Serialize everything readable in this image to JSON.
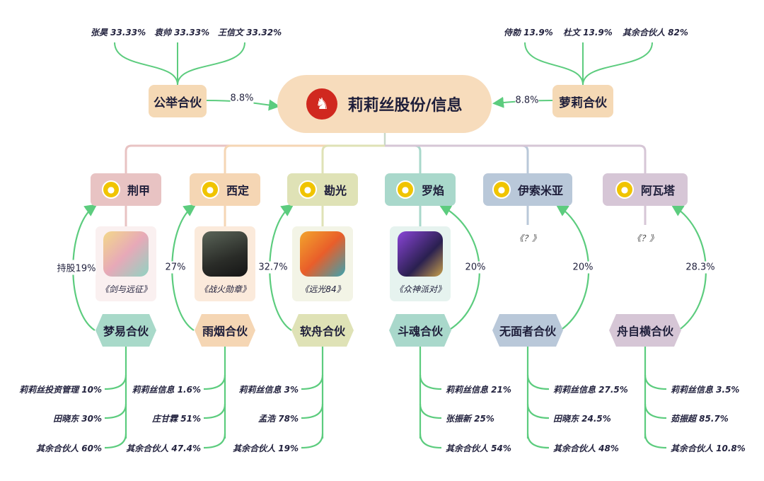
{
  "center": {
    "title": "莉莉丝股份/信息"
  },
  "left_partner": {
    "name": "公举合伙",
    "pct": "8.8%",
    "holders": [
      "张昊 33.33%",
      "袁帅 33.33%",
      "王信文 33.32%"
    ]
  },
  "right_partner": {
    "name": "萝莉合伙",
    "pct": "8.8%",
    "holders": [
      "侍勍 13.9%",
      "杜文 13.9%",
      "其余合伙人 82%"
    ]
  },
  "columns": [
    {
      "company": "荆甲",
      "color": "#e8c3c3",
      "card_bg": "#faf0f0",
      "game": "《剑与远征》",
      "pct": "持股19%",
      "partner": "梦易合伙",
      "pcolor": "#a8d9c9",
      "holders": [
        "莉莉丝投资管理 10%",
        "田晓东 30%",
        "其余合伙人 60%"
      ]
    },
    {
      "company": "西定",
      "color": "#f5d6b4",
      "card_bg": "#fbeadb",
      "game": "《战火勋章》",
      "pct": "27%",
      "partner": "雨烟合伙",
      "pcolor": "#f5d6b4",
      "holders": [
        "莉莉丝信息 1.6%",
        "庄甘霖 51%",
        "其余合伙人 47.4%"
      ]
    },
    {
      "company": "勘光",
      "color": "#dfe2b6",
      "card_bg": "#f3f4e6",
      "game": "《远光84》",
      "pct": "32.7%",
      "partner": "软舟合伙",
      "pcolor": "#dfe2b6",
      "holders": [
        "莉莉丝信息 3%",
        "孟浩 78%",
        "其余合伙人 19%"
      ]
    },
    {
      "company": "罗焰",
      "color": "#a9d8cb",
      "card_bg": "#e6f3ef",
      "game": "《众神派对》",
      "pct": "20%",
      "partner": "斗魂合伙",
      "pcolor": "#a9d8cb",
      "holders": [
        "莉莉丝信息 21%",
        "张振新 25%",
        "其余合伙人 54%"
      ]
    },
    {
      "company": "伊索米亚",
      "color": "#b9c8d9",
      "card_bg": "",
      "game": "《？》",
      "pct": "20%",
      "partner": "无面者合伙",
      "pcolor": "#b9c8d9",
      "holders": [
        "莉莉丝信息 27.5%",
        "田晓东 24.5%",
        "其余合伙人 48%"
      ]
    },
    {
      "company": "阿瓦塔",
      "color": "#d6c6d6",
      "card_bg": "",
      "game": "《？》",
      "pct": "28.3%",
      "partner": "舟自横合伙",
      "pcolor": "#d6c6d6",
      "holders": [
        "莉莉丝信息 3.5%",
        "茹振超 85.7%",
        "其余合伙人 10.8%"
      ]
    }
  ],
  "colors": {
    "arrow": "#5ccc7e"
  }
}
